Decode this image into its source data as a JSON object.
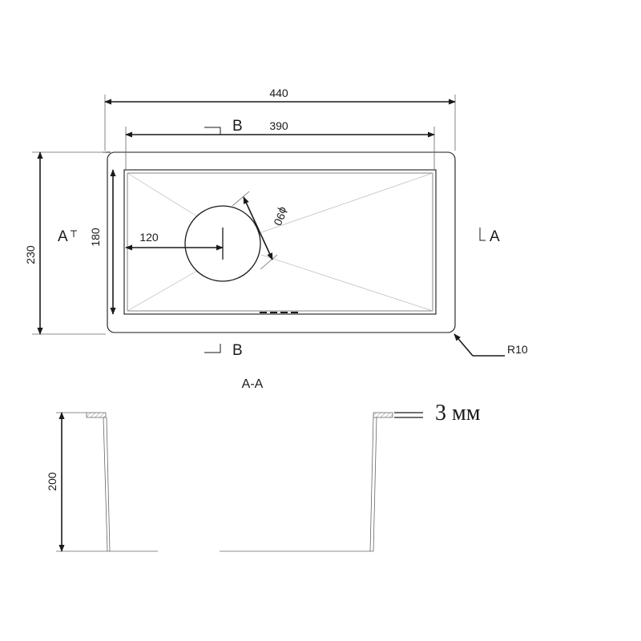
{
  "dimensions": {
    "overall_width": "440",
    "inner_width": "390",
    "overall_depth": "230",
    "inner_depth": "180",
    "drain_offset": "120",
    "drain_diameter": "ϕ90",
    "corner_radius": "R10",
    "bowl_height": "200",
    "thickness": "3 мм"
  },
  "sections": {
    "a_left": "A",
    "a_right": "A",
    "b_top": "B",
    "b_bottom": "B",
    "aa_title": "A-A"
  }
}
